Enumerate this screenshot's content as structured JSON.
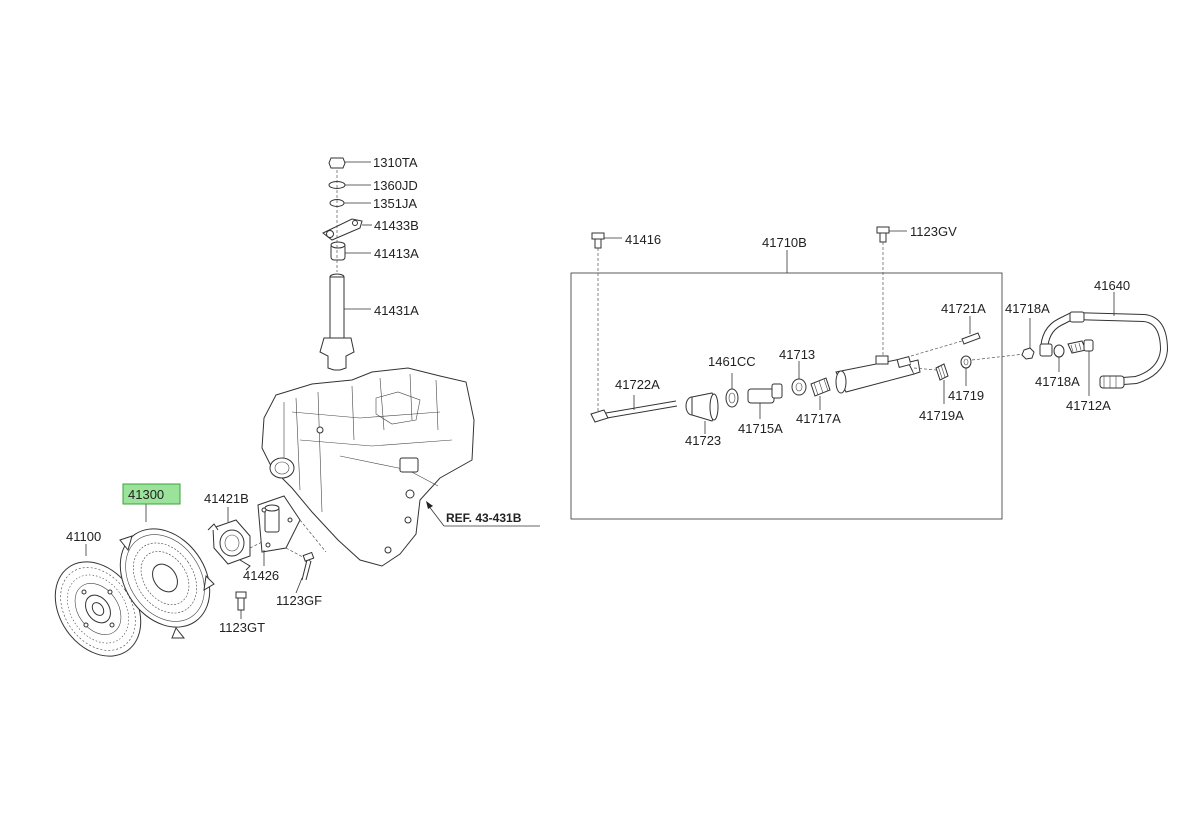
{
  "diagram": {
    "labels": {
      "p1310TA": "1310TA",
      "p1360JD": "1360JD",
      "p1351JA": "1351JA",
      "p41433B": "41433B",
      "p41413A": "41413A",
      "p41431A": "41431A",
      "p41416": "41416",
      "p41710B": "41710B",
      "p1123GV": "1123GV",
      "p41640": "41640",
      "p41721A": "41721A",
      "p41718A_1": "41718A",
      "p1461CC": "1461CC",
      "p41713": "41713",
      "p41722A": "41722A",
      "p41719": "41719",
      "p41718A_2": "41718A",
      "p41712A": "41712A",
      "p41723": "41723",
      "p41715A": "41715A",
      "p41717A": "41717A",
      "p41719A": "41719A",
      "p41300": "41300",
      "p41421B": "41421B",
      "p41100": "41100",
      "p41426": "41426",
      "p1123GF": "1123GF",
      "p1123GT": "1123GT",
      "ref": "REF. 43-431B"
    },
    "highlight_color": "#9be29b",
    "highlight_border": "#3aa13a"
  }
}
